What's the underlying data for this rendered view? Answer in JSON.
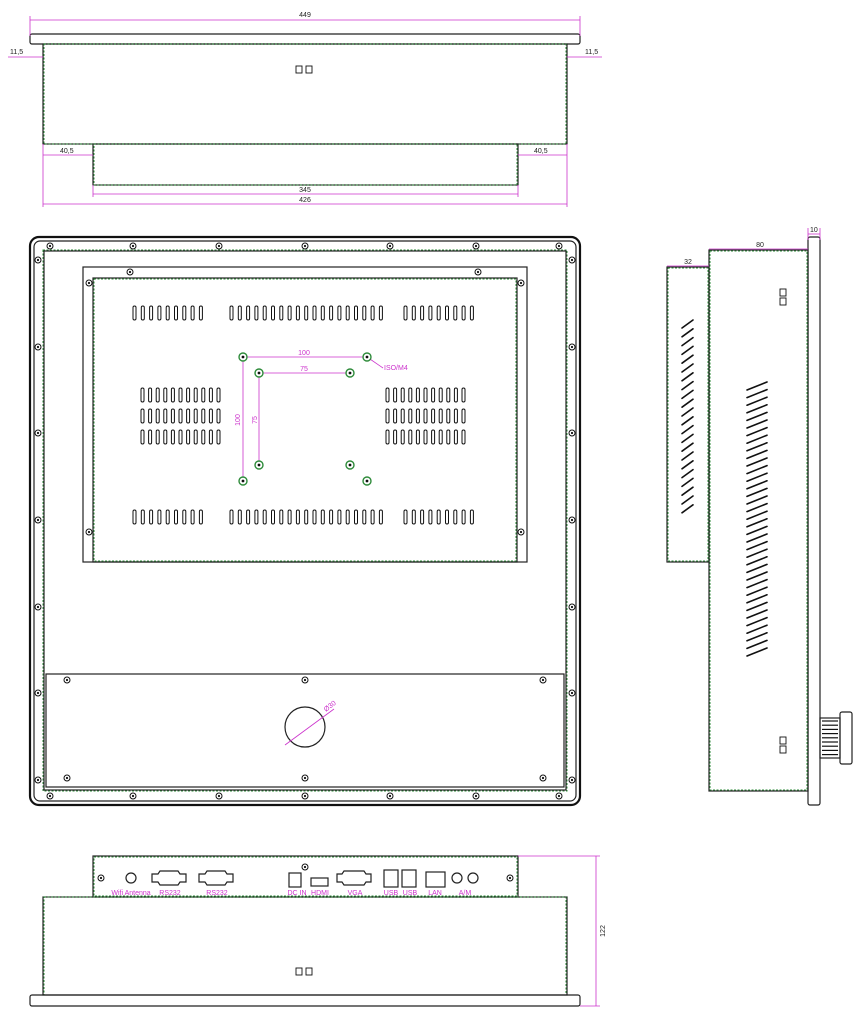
{
  "top_view": {
    "width_total": "449",
    "left_margin": "11,5",
    "right_margin": "11,5",
    "inner_left": "40,5",
    "inner_right": "40,5",
    "inner_width": "345",
    "body_width": "426"
  },
  "back_view": {
    "vesa_outer": "100",
    "vesa_inner": "75",
    "vesa_outer_v": "100",
    "vesa_inner_v": "75",
    "vesa_label": "ISO/M4",
    "hole_label": "Ø30"
  },
  "side_view": {
    "bracket_depth": "32",
    "body_depth": "80",
    "bezel_depth": "10"
  },
  "bottom_view": {
    "height": "122",
    "ports": [
      "Wifi Antenna",
      "RS232",
      "RS232",
      "DC IN",
      "HDMI",
      "VGA",
      "USB",
      "USB",
      "LAN",
      "A/M"
    ]
  },
  "colors": {
    "outline": "#222222",
    "dimension": "#cc33cc",
    "hidden_edge": "#2e8b3a"
  }
}
